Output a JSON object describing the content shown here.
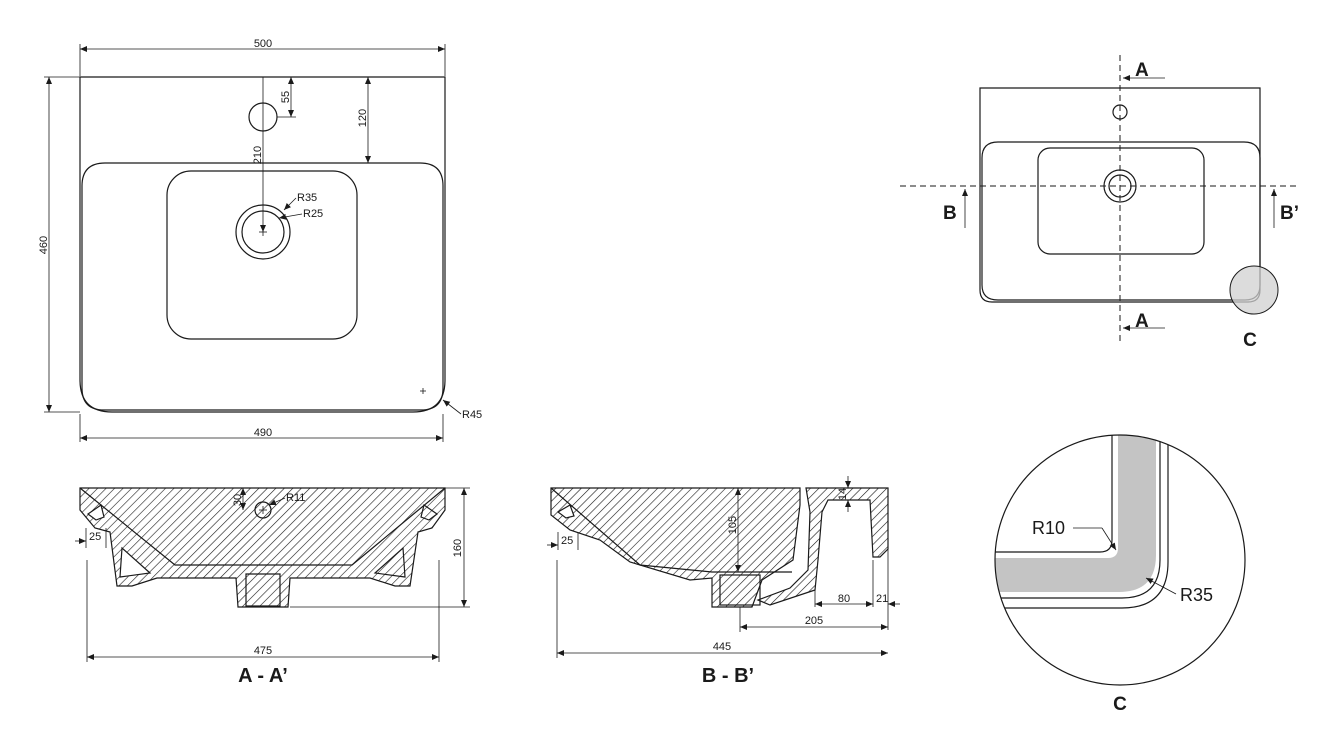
{
  "top_view": {
    "width_top": "500",
    "width_bottom": "490",
    "height": "460",
    "tap_offset": "55",
    "ledge_depth": "120",
    "drain_offset": "210",
    "drain_outer_radius": "R35",
    "drain_inner_radius": "R25",
    "corner_radius": "R45"
  },
  "section_a": {
    "title": "A - A’",
    "overflow_height": "30",
    "overflow_radius": "R11",
    "wall": "25",
    "height": "160",
    "length": "475"
  },
  "section_b": {
    "title": "B - B’",
    "depth": "105",
    "rim": "14",
    "wall": "25",
    "cavity": "80",
    "edge": "21",
    "back": "205",
    "length": "445"
  },
  "key_plan": {
    "marker_a_top": "A",
    "marker_a_bottom": "A",
    "marker_b_left": "B",
    "marker_b_right": "B’",
    "detail_label": "C"
  },
  "detail_c": {
    "radius_inner": "R10",
    "radius_outer": "R35",
    "label": "C",
    "fill_color": "#c4c4c4"
  }
}
